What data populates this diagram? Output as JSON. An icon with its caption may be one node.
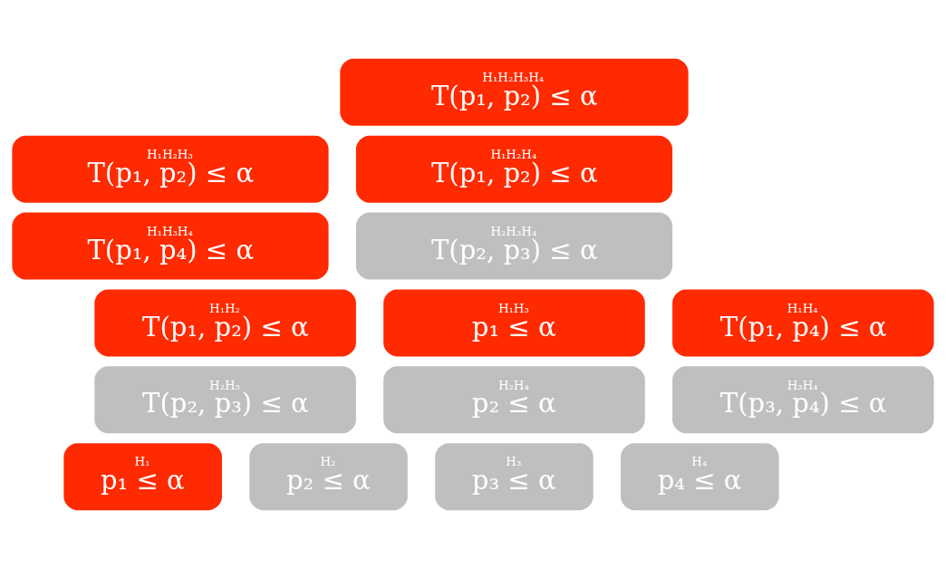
{
  "diagram": {
    "nodes": [
      {
        "text": [
          "H₁H₂H₃H₄",
          "T(p₁, p₂) ≤ α"
        ]
      },
      {
        "text": [
          "H₁H₂H₃",
          "T(p₁, p₂) ≤ α"
        ]
      },
      {
        "text": [
          "H₁H₂H₄",
          "T(p₁, p₂) ≤ α"
        ]
      },
      {
        "text": [
          "H₁H₃H₄",
          "T(p₁, p₄) ≤ α"
        ]
      },
      {
        "text": [
          "H₂H₃H₄",
          "T(p₂, p₃) ≤ α"
        ]
      },
      {
        "text": [
          "H₁H₂",
          "T(p₁, p₂) ≤ α"
        ]
      },
      {
        "text": [
          "H₁H₃",
          "p₁ ≤ α"
        ]
      },
      {
        "text": [
          "H₁H₄",
          "T(p₁, p₄) ≤ α"
        ]
      },
      {
        "text": [
          "H₂H₃",
          "T(p₂, p₃) ≤ α"
        ]
      },
      {
        "text": [
          "H₂H₄",
          "p₂ ≤ α"
        ]
      },
      {
        "text": [
          "H₃H₄",
          "T(p₃, p₄) ≤ α"
        ]
      },
      {
        "text": [
          "H₁",
          "p₁ ≤ α"
        ]
      },
      {
        "text": [
          "H₂",
          "p₂ ≤ α"
        ]
      },
      {
        "text": [
          "H₃",
          "p₃ ≤ α"
        ]
      },
      {
        "text": [
          "H₄",
          "p₄ ≤ α"
        ]
      }
    ]
  }
}
